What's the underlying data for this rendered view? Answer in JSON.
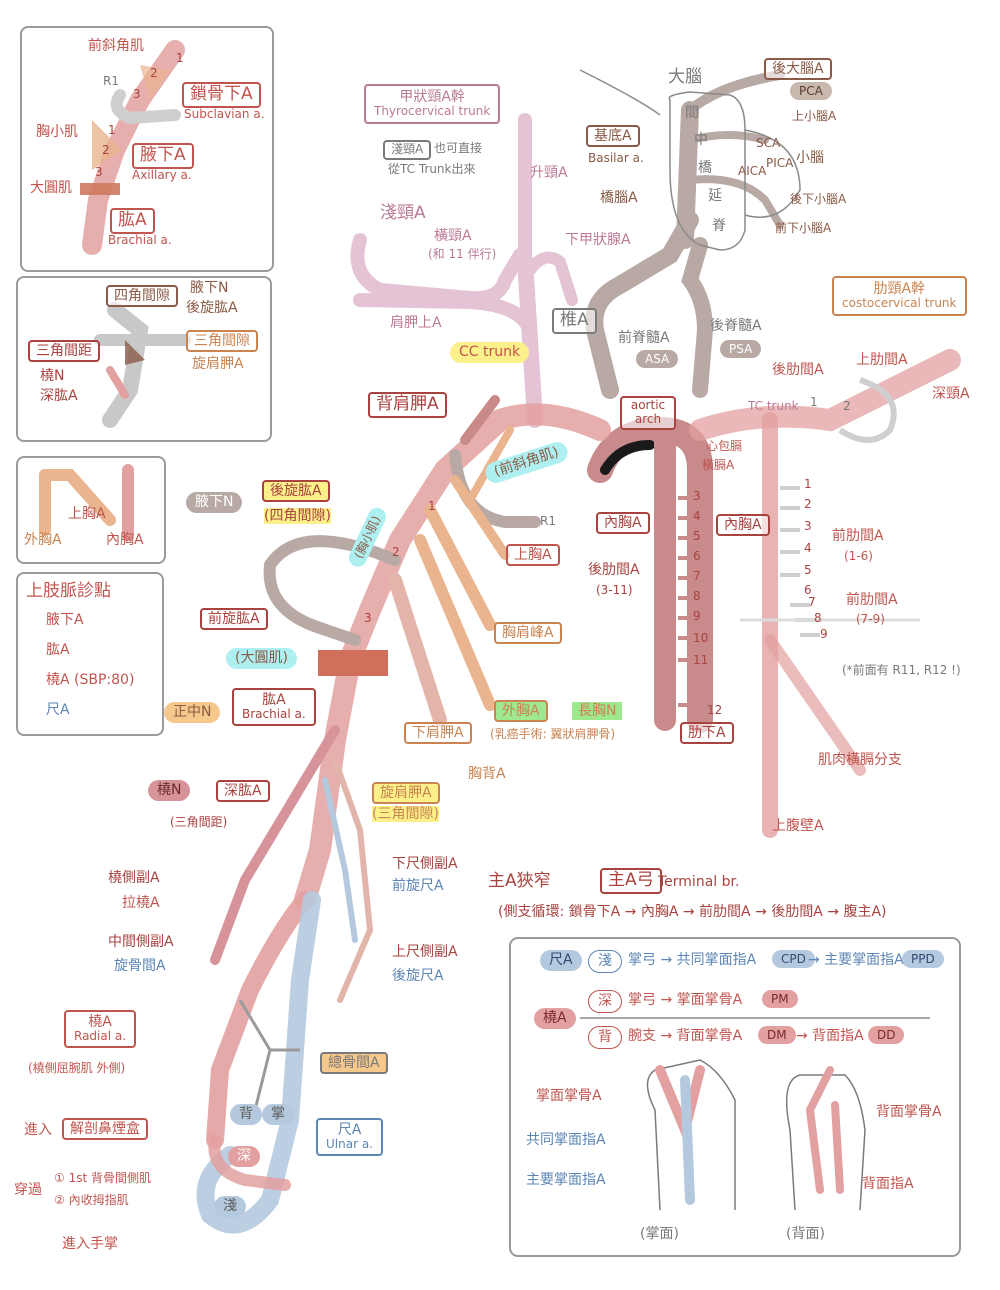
{
  "panels": {
    "subclavian": {
      "scalene": "前斜角肌",
      "r1": "R1",
      "num1": "1",
      "num2": "2",
      "num3": "3",
      "seg1": "1",
      "seg2": "2",
      "seg3": "3",
      "pec_minor": "胸小肌",
      "teres_major": "大圓肌",
      "subclavian_zh": "鎖骨下A",
      "subclavian_en": "Subclavian a.",
      "axillary_zh": "腋下A",
      "axillary_en": "Axillary a.",
      "brachial_zh": "肱A",
      "brachial_en": "Brachial a."
    },
    "spaces": {
      "quad_space": "四角間隙",
      "quad_contents_1": "腋下N",
      "quad_contents_2": "後旋肱A",
      "tri_space": "三角間隙",
      "tri_contents": "旋肩胛A",
      "tri_interval": "三角間距",
      "tri_interval_contents_1": "橈N",
      "tri_interval_contents_2": "深肱A"
    },
    "thoracic": {
      "superior": "上胸A",
      "lateral": "外胸A",
      "internal": "內胸A"
    },
    "pulse": {
      "title": "上肢脈診點",
      "items": [
        "腋下A",
        "肱A",
        "橈A (SBP:80)",
        "尺A"
      ]
    }
  },
  "neck": {
    "thyrocervical_zh": "甲狀頸A幹",
    "thyrocervical_en": "Thyrocervical trunk",
    "note_box": "淺頸A",
    "note_rest": "也可直接",
    "note_line2": "從TC Trunk出來",
    "superficial_cervical": "淺頸A",
    "transverse_cervical": "橫頸A",
    "transverse_note": "(和 11 伴行)",
    "ascending_cervical": "升頸A",
    "inferior_thyroid": "下甲狀腺A",
    "suprascapular": "肩胛上A",
    "cc_trunk": "CC trunk",
    "dorsal_scapular": "背肩胛A",
    "vertebral": "椎A",
    "asa_zh": "前脊髓A",
    "asa_en": "ASA",
    "psa_zh": "後脊髓A",
    "psa_en": "PSA",
    "aortic_arch": "aortic arch",
    "tc_trunk": "TC trunk"
  },
  "brain": {
    "cerebrum": "大腦",
    "pca_zh": "後大腦A",
    "pca_en": "PCA",
    "basilar_zh": "基底A",
    "basilar_en": "Basilar a.",
    "pontine": "橋腦A",
    "brainstem": [
      "間",
      "中",
      "橋",
      "延",
      "脊"
    ],
    "sca_zh": "上小腦A",
    "sca_en": "SCA",
    "cerebellum": "小腦",
    "aica": "AICA",
    "pica": "PICA",
    "pica_zh": "後下小腦A",
    "aica_zh": "前下小腦A"
  },
  "thorax": {
    "costocervical_zh": "肋頸A幹",
    "costocervical_en": "costocervical trunk",
    "posterior_intercostal": "後肋間A",
    "supreme_intercostal": "上肋間A",
    "deep_cervical": "深頸A",
    "pericardiophrenic_1": "心包膈",
    "pericardiophrenic_2": "橫膈A",
    "internal_thoracic_l": "內胸A",
    "internal_thoracic_r": "內胸A",
    "post_ic_label": "後肋間A",
    "post_ic_range": "(3-11)",
    "subcostal": "肋下A",
    "ant_ic_1": "前肋間A",
    "ant_ic_1_range": "(1-6)",
    "ant_ic_2": "前肋間A",
    "ant_ic_2_range": "(7-9)",
    "musculophrenic": "肌肉橫膈分支",
    "superior_epigastric": "上腹壁A",
    "rib_note": "(*前面有 R11, R12 !)",
    "left_ribs": [
      "3",
      "4",
      "5",
      "6",
      "7",
      "8",
      "9",
      "10",
      "11",
      "12"
    ],
    "right_ribs": [
      "1",
      "2",
      "3",
      "4",
      "5",
      "6",
      "7",
      "8",
      "9"
    ],
    "num_1": "1",
    "num_2": "2"
  },
  "axilla": {
    "axillary_n": "腋下N",
    "post_circ": "後旋肱A",
    "post_circ_note": "(四角間隙)",
    "pec_minor": "(胸小肌)",
    "scalene": "(前斜角肌)",
    "r1": "R1",
    "superior_thoracic": "上胸A",
    "thoracoacromial": "胸肩峰A",
    "ant_circ": "前旋肱A",
    "teres_major": "(大圓肌)",
    "lateral_thoracic": "外胸A",
    "long_thoracic": "長胸N",
    "mastectomy": "(乳癌手術: 翼狀肩胛骨)",
    "subscapular": "下肩胛A",
    "thoracodorsal": "胸背A",
    "circ_scapular": "旋肩胛A",
    "circ_scapular_note": "(三角間隙)",
    "median_n": "正中N",
    "brachial_zh": "肱A",
    "brachial_en": "Brachial a.",
    "radial_n": "橈N",
    "deep_brachial": "深肱A",
    "deep_brachial_note": "(三角間距)",
    "seg1": "1",
    "seg2": "2",
    "seg3": "3"
  },
  "forearm": {
    "radial_collateral": "橈側副A",
    "radial_recurrent": "拉橈A",
    "middle_collateral": "中間側副A",
    "recurrent_interosseous": "旋骨間A",
    "inf_ulnar_collateral": "下尺側副A",
    "ant_ulnar_recurrent": "前旋尺A",
    "sup_ulnar_collateral": "上尺側副A",
    "post_ulnar_recurrent": "後旋尺A",
    "common_interosseous": "總骨間A",
    "ulnar_zh": "尺A",
    "ulnar_en": "Ulnar a.",
    "tag_back": "背",
    "tag_palm": "掌",
    "tag_deep": "深",
    "tag_superficial": "淺"
  },
  "radial": {
    "title_zh": "橈A",
    "title_en": "Radial a.",
    "line1": "(橈側屈腕肌 外側)",
    "line2_pre": "進入",
    "line2_box": "解剖鼻煙盒",
    "line3_pre": "穿過",
    "line3_a": "① 1st 背骨間側肌",
    "line3_b": "② 內收拇指肌",
    "line4": "進入手掌"
  },
  "stenosis": {
    "title_a": "主A狹窄",
    "title_box": "主A弓",
    "title_b": "Terminal br.",
    "collateral": "(側支循環: 鎖骨下A → 內胸A → 前肋間A → 後肋間A → 腹主A)"
  },
  "hand": {
    "ulnar_label": "尺A",
    "superficial_tag": "淺",
    "row1": "掌弓 → 共同掌面指A",
    "cpd": "CPD",
    "row1b": "→ 主要掌面指A",
    "ppd": "PPD",
    "radial_label": "橈A",
    "deep_tag": "深",
    "row2": "掌弓 → 掌面掌骨A",
    "pm": "PM",
    "dorsal_tag": "背",
    "row3": "腕支 → 背面掌骨A",
    "dm": "DM",
    "row3b": "→ 背面指A",
    "dd": "DD",
    "palmar_metacarpal": "掌面掌骨A",
    "common_palmar_digital": "共同掌面指A",
    "proper_palmar_digital": "主要掌面指A",
    "dorsal_metacarpal": "背面掌骨A",
    "dorsal_digital": "背面指A",
    "palm_view": "(掌面)",
    "back_view": "(背面)"
  },
  "colors": {
    "artery_red": "#e3a0a0",
    "artery_pink": "#e4c3d4",
    "artery_gray": "#b8a9a4",
    "artery_blue": "#b5c9de",
    "artery_orange": "#e9b48e",
    "highlight_yellow": "#fbf08a",
    "highlight_green": "#9fe88f",
    "highlight_cyan": "#aef0f2",
    "highlight_orange": "#f7c88b"
  }
}
